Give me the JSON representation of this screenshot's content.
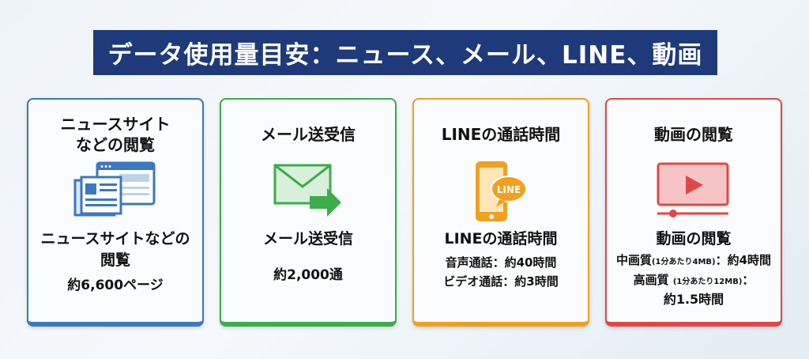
{
  "title": "データ使用量目安：ニュース、メール、LINE、動画",
  "cards": [
    {
      "title": "ニュースサイト\nなどの閲覧",
      "subtitle": "ニュースサイトなどの閲覧",
      "value": "約6,600ページ",
      "icon": "news-browser-icon",
      "color": "#3a78c0"
    },
    {
      "title": "メール送受信",
      "subtitle": "メール送受信",
      "value": "約2,000通",
      "icon": "mail-send-icon",
      "color": "#3aae4a"
    },
    {
      "title": "LINEの通話時間",
      "subtitle": "LINEの通話時間",
      "values": [
        "音声通話：約40時間",
        "ビデオ通話：約3時間"
      ],
      "icon": "smartphone-line-icon",
      "icon_text": "LINE",
      "color": "#f0a020"
    },
    {
      "title": "動画の閲覧",
      "subtitle": "動画の閲覧",
      "mid_label": "中画質",
      "mid_note": "(1分あたり4MB)",
      "mid_value": "：約4時間",
      "high_label": "高画質",
      "high_note": "(1分あたり12MB)",
      "high_sep": "：",
      "high_value": "約1.5時間",
      "icon": "video-player-icon",
      "color": "#e04848"
    }
  ]
}
